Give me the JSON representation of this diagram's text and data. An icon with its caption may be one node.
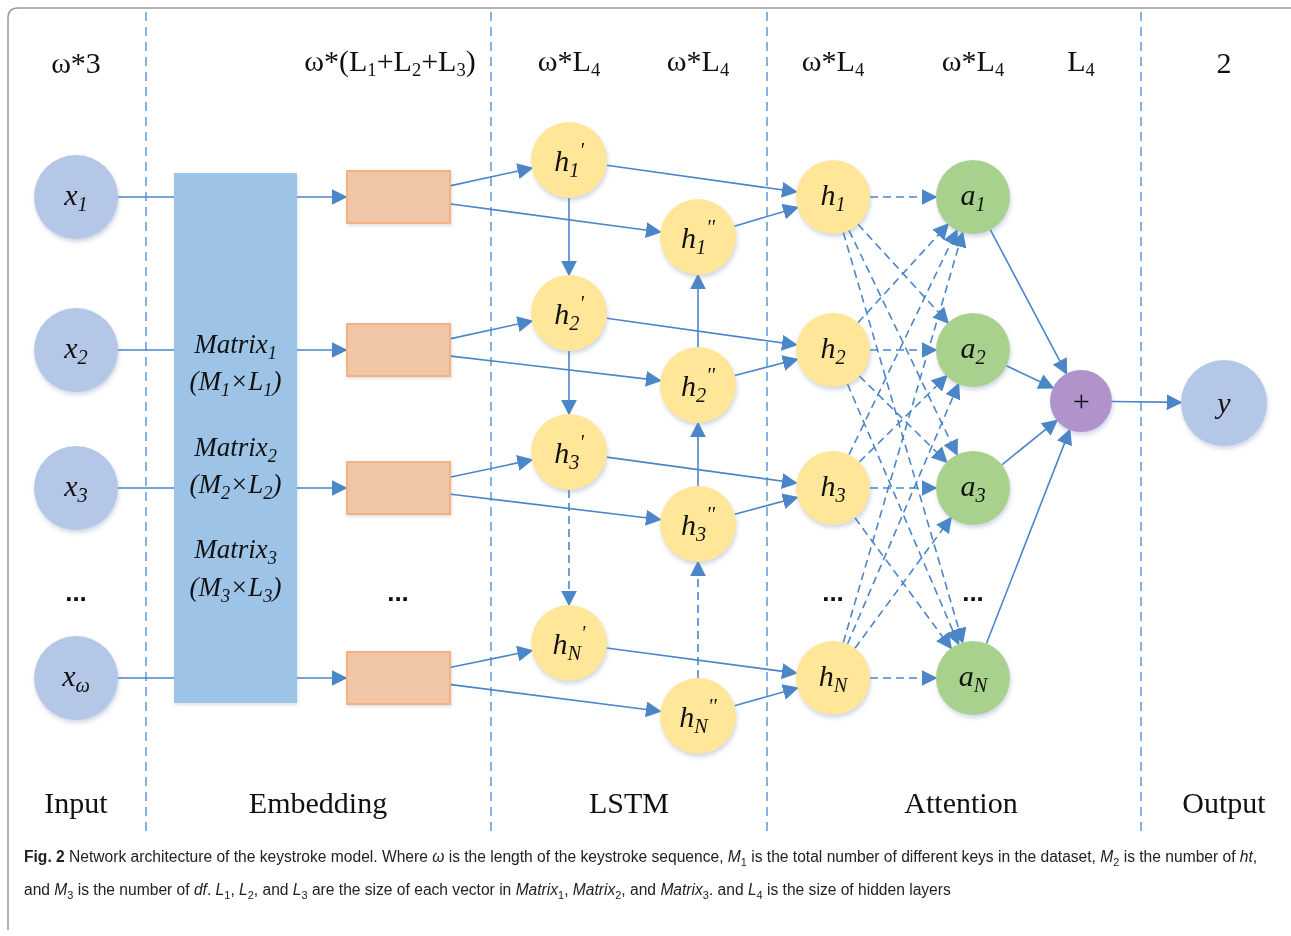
{
  "diagram": {
    "caption": "**Fig. 2** Network architecture of the keystroke model. Where *ω* is the length of the keystroke sequence, *M*$_{1}$ is the total number of different keys in the dataset, *M*$_{2}$ is the number of *ht*, and *M*$_{3}$ is the number of *df*. *L*$_{1}$, *L*$_{2}$, and *L*$_{3}$ are the size of each vector in *Matrix*$_{1}$, *Matrix*$_{2}$, and *Matrix*$_{3}$. and *L*$_{4}$ is the size of hidden layers",
    "nodes": [
      {
        "text": [
          "x$_{1}$"
        ]
      },
      {
        "text": [
          "x$_{2}$"
        ]
      },
      {
        "text": [
          "x$_{3}$"
        ]
      },
      {
        "text": [
          "x$_{ω}$"
        ]
      },
      {
        "text": [
          "Matrix$_{1}$ (M$_{1}$×L$_{1}$)",
          "Matrix$_{2}$ (M$_{2}$×L$_{2}$)",
          "Matrix$_{3}$ (M$_{3}$×L$_{3}$)"
        ]
      },
      {
        "text": [],
        "shape": "box"
      },
      {
        "text": [],
        "shape": "box"
      },
      {
        "text": [],
        "shape": "box"
      },
      {
        "text": [],
        "shape": "box"
      },
      {
        "text": [
          "h$_{1}$$^{'}$"
        ]
      },
      {
        "text": [
          "h$_{2}$$^{'}$"
        ]
      },
      {
        "text": [
          "h$_{3}$$^{'}$"
        ]
      },
      {
        "text": [
          "h$_{N}$$^{'}$"
        ]
      },
      {
        "text": [
          "h$_{1}$$^{''}$"
        ]
      },
      {
        "text": [
          "h$_{2}$$^{''}$"
        ]
      },
      {
        "text": [
          "h$_{3}$$^{''}$"
        ]
      },
      {
        "text": [
          "h$_{N}$$^{''}$"
        ]
      },
      {
        "text": [
          "h$_{1}$"
        ]
      },
      {
        "text": [
          "h$_{2}$"
        ]
      },
      {
        "text": [
          "h$_{3}$"
        ]
      },
      {
        "text": [
          "h$_{N}$"
        ]
      },
      {
        "text": [
          "a$_{1}$"
        ]
      },
      {
        "text": [
          "a$_{2}$"
        ]
      },
      {
        "text": [
          "a$_{3}$"
        ]
      },
      {
        "text": [
          "a$_{N}$"
        ]
      },
      {
        "text": [
          "+"
        ]
      },
      {
        "text": [
          "y"
        ]
      }
    ],
    "edges": [
      {
        "from": 0,
        "to": 4,
        "arrow": "none"
      },
      {
        "from": 1,
        "to": 4,
        "arrow": "none"
      },
      {
        "from": 2,
        "to": 4,
        "arrow": "none"
      },
      {
        "from": 3,
        "to": 4,
        "arrow": "none"
      },
      {
        "from": 4,
        "to": 5,
        "arrow": "to"
      },
      {
        "from": 4,
        "to": 6,
        "arrow": "to"
      },
      {
        "from": 4,
        "to": 7,
        "arrow": "to"
      },
      {
        "from": 4,
        "to": 8,
        "arrow": "to"
      },
      {
        "from": 5,
        "to": 9,
        "arrow": "to"
      },
      {
        "from": 5,
        "to": 13,
        "arrow": "to"
      },
      {
        "from": 6,
        "to": 10,
        "arrow": "to"
      },
      {
        "from": 6,
        "to": 14,
        "arrow": "to"
      },
      {
        "from": 7,
        "to": 11,
        "arrow": "to"
      },
      {
        "from": 7,
        "to": 15,
        "arrow": "to"
      },
      {
        "from": 8,
        "to": 12,
        "arrow": "to"
      },
      {
        "from": 8,
        "to": 16,
        "arrow": "to"
      },
      {
        "from": 9,
        "to": 10,
        "arrow": "to"
      },
      {
        "from": 10,
        "to": 11,
        "arrow": "to"
      },
      {
        "from": 11,
        "to": 12,
        "arrow": "to",
        "style": "dashed"
      },
      {
        "from": 14,
        "to": 13,
        "arrow": "to"
      },
      {
        "from": 15,
        "to": 14,
        "arrow": "to"
      },
      {
        "from": 16,
        "to": 15,
        "arrow": "to",
        "style": "dashed"
      },
      {
        "from": 9,
        "to": 17,
        "arrow": "to"
      },
      {
        "from": 13,
        "to": 17,
        "arrow": "to"
      },
      {
        "from": 10,
        "to": 18,
        "arrow": "to"
      },
      {
        "from": 14,
        "to": 18,
        "arrow": "to"
      },
      {
        "from": 11,
        "to": 19,
        "arrow": "to"
      },
      {
        "from": 15,
        "to": 19,
        "arrow": "to"
      },
      {
        "from": 12,
        "to": 20,
        "arrow": "to"
      },
      {
        "from": 16,
        "to": 20,
        "arrow": "to"
      },
      {
        "from": 17,
        "to": 21,
        "arrow": "to",
        "style": "dashed"
      },
      {
        "from": 17,
        "to": 22,
        "arrow": "to",
        "style": "dashed"
      },
      {
        "from": 17,
        "to": 23,
        "arrow": "to",
        "style": "dashed"
      },
      {
        "from": 17,
        "to": 24,
        "arrow": "to",
        "style": "dashed"
      },
      {
        "from": 18,
        "to": 21,
        "arrow": "to",
        "style": "dashed"
      },
      {
        "from": 18,
        "to": 22,
        "arrow": "to",
        "style": "dashed"
      },
      {
        "from": 18,
        "to": 23,
        "arrow": "to",
        "style": "dashed"
      },
      {
        "from": 18,
        "to": 24,
        "arrow": "to",
        "style": "dashed"
      },
      {
        "from": 19,
        "to": 21,
        "arrow": "to",
        "style": "dashed"
      },
      {
        "from": 19,
        "to": 22,
        "arrow": "to",
        "style": "dashed"
      },
      {
        "from": 19,
        "to": 23,
        "arrow": "to",
        "style": "dashed"
      },
      {
        "from": 19,
        "to": 24,
        "arrow": "to",
        "style": "dashed"
      },
      {
        "from": 20,
        "to": 21,
        "arrow": "to",
        "style": "dashed"
      },
      {
        "from": 20,
        "to": 22,
        "arrow": "to",
        "style": "dashed"
      },
      {
        "from": 20,
        "to": 23,
        "arrow": "to",
        "style": "dashed"
      },
      {
        "from": 20,
        "to": 24,
        "arrow": "to",
        "style": "dashed"
      },
      {
        "from": 21,
        "to": 25,
        "arrow": "to"
      },
      {
        "from": 22,
        "to": 25,
        "arrow": "to"
      },
      {
        "from": 23,
        "to": 25,
        "arrow": "to"
      },
      {
        "from": 24,
        "to": 25,
        "arrow": "to"
      },
      {
        "from": 25,
        "to": 26,
        "arrow": "to"
      }
    ],
    "labels": [
      "ω*3",
      "ω*(L$_{1}$+L$_{2}$+L$_{3}$)",
      "ω*L$_{4}$",
      "ω*L$_{4}$",
      "ω*L$_{4}$",
      "ω*L$_{4}$",
      "L$_{4}$",
      "2",
      "...",
      "...",
      "...",
      "...",
      "Input",
      "Embedding",
      "LSTM",
      "Attention",
      "Output"
    ]
  }
}
